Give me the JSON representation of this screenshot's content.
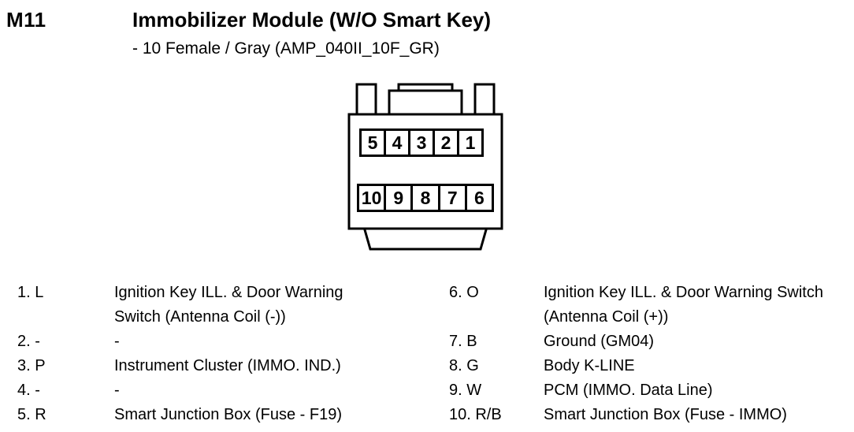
{
  "header": {
    "connector_id": "M11",
    "title": "Immobilizer Module (W/O Smart Key)",
    "subtitle": "- 10 Female / Gray (AMP_040II_10F_GR)"
  },
  "connector": {
    "top_row": [
      "5",
      "4",
      "3",
      "2",
      "1"
    ],
    "bottom_row": [
      "10",
      "9",
      "8",
      "7",
      "6"
    ],
    "outline_color": "#000000",
    "fill_color": "#ffffff"
  },
  "pins_left": [
    {
      "label": "1. L",
      "description": "Ignition Key ILL. & Door Warning Switch (Antenna Coil (-))"
    },
    {
      "label": "2. -",
      "description": "-"
    },
    {
      "label": "3. P",
      "description": "Instrument Cluster (IMMO. IND.)"
    },
    {
      "label": "4. -",
      "description": "-"
    },
    {
      "label": "5. R",
      "description": "Smart Junction Box (Fuse - F19)"
    }
  ],
  "pins_right": [
    {
      "label": "6. O",
      "description": "Ignition Key ILL. & Door Warning Switch (Antenna Coil (+))"
    },
    {
      "label": "7. B",
      "description": "Ground (GM04)"
    },
    {
      "label": "8. G",
      "description": "Body K-LINE"
    },
    {
      "label": "9. W",
      "description": "PCM (IMMO. Data Line)"
    },
    {
      "label": "10. R/B",
      "description": "Smart Junction Box (Fuse - IMMO)"
    }
  ]
}
